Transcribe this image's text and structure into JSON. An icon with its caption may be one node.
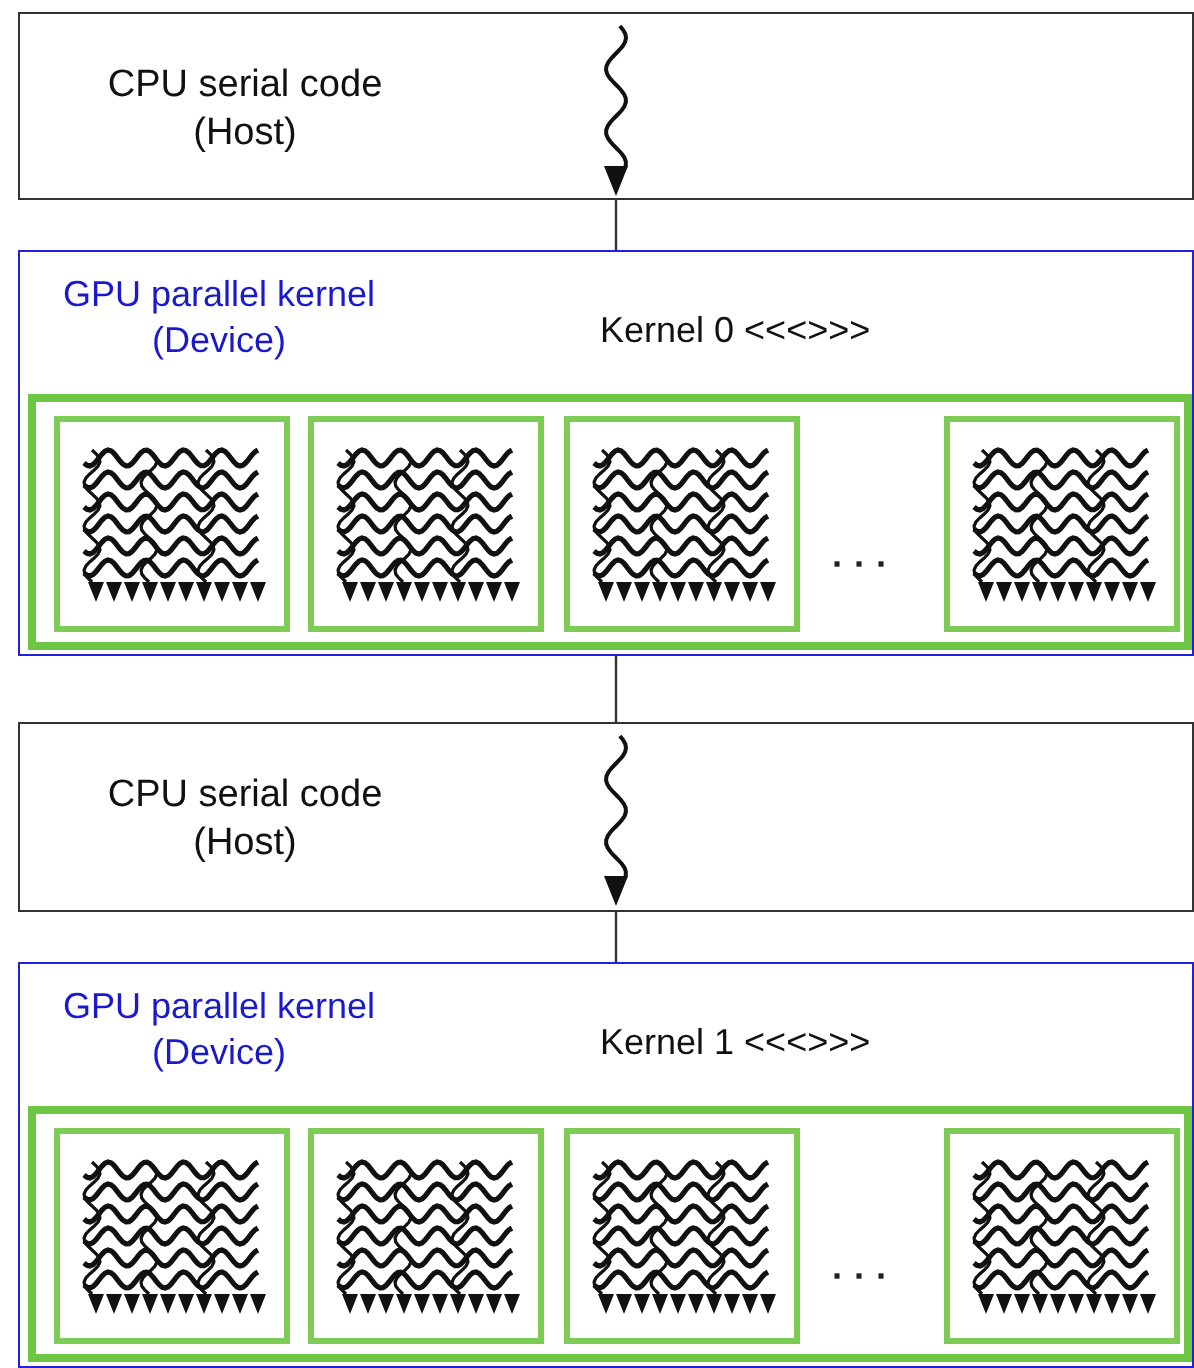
{
  "diagram": {
    "nodes": [
      {
        "text": [
          "CPU serial code (Host)"
        ]
      },
      {
        "text": [
          "GPU parallel kernel (Device)",
          "Kernel 0 <<<>>>"
        ]
      },
      {
        "text": [],
        "shape": "box",
        "in": 1
      },
      {
        "text": [],
        "shape": "box",
        "in": 2
      },
      {
        "text": [],
        "shape": "box",
        "in": 2
      },
      {
        "text": [],
        "shape": "box",
        "in": 2
      },
      {
        "text": [],
        "shape": "box",
        "in": 2
      },
      {
        "text": [
          "CPU serial code (Host)"
        ]
      },
      {
        "text": [
          "GPU parallel kernel (Device)",
          "Kernel 1 <<<>>>"
        ]
      },
      {
        "text": [],
        "shape": "box",
        "in": 8
      },
      {
        "text": [],
        "shape": "box",
        "in": 9
      },
      {
        "text": [],
        "shape": "box",
        "in": 9
      },
      {
        "text": [],
        "shape": "box",
        "in": 9
      },
      {
        "text": [],
        "shape": "box",
        "in": 9
      }
    ],
    "edges": [
      {
        "from": 0,
        "to": 1,
        "arrow": "none"
      },
      {
        "from": 1,
        "to": 7,
        "arrow": "none"
      },
      {
        "from": 7,
        "to": 8,
        "arrow": "none"
      }
    ],
    "labels": [
      "· · ·",
      "· · ·"
    ]
  }
}
